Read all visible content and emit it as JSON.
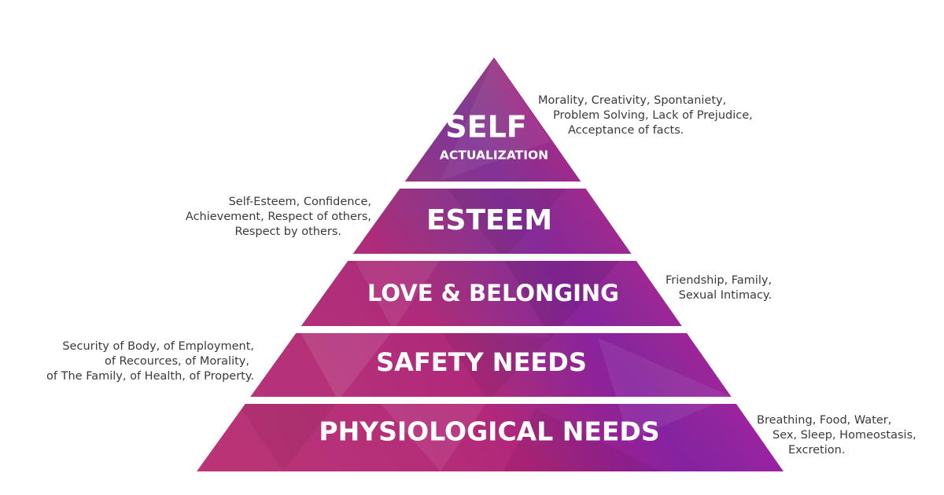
{
  "colors": {
    "top": "#1565c0",
    "upper": "#1e4fb5",
    "middle": "#4caf50",
    "lower": "#d81b60",
    "base": "#f9d423",
    "annotation_text": "#3a3a3a"
  },
  "levels": [
    {
      "id": "self",
      "title_line1": "SELF",
      "title_line2": "ACTUALIZATION",
      "annotation": [
        "Morality, Creativity, Spontaniety,",
        "Problem Solving, Lack of Prejudice,",
        "Acceptance of facts."
      ]
    },
    {
      "id": "esteem",
      "title_line1": "ESTEEM",
      "annotation": [
        "Self-Esteem, Confidence,",
        "Achievement, Respect of others,",
        "Respect by others."
      ]
    },
    {
      "id": "love",
      "title_line1": "LOVE & BELONGING",
      "annotation": [
        "Friendship, Family,",
        "Sexual Intimacy."
      ]
    },
    {
      "id": "safety",
      "title_line1": "SAFETY NEEDS",
      "annotation": [
        "Security of Body, of Employment,",
        "of Recources, of Morality,",
        "of The Family,  of Health, of Property."
      ]
    },
    {
      "id": "physiological",
      "title_line1": "PHYSIOLOGICAL NEEDS",
      "annotation": [
        "Breathing, Food, Water,",
        "Sex, Sleep, Homeostasis,",
        "Excretion."
      ]
    }
  ]
}
